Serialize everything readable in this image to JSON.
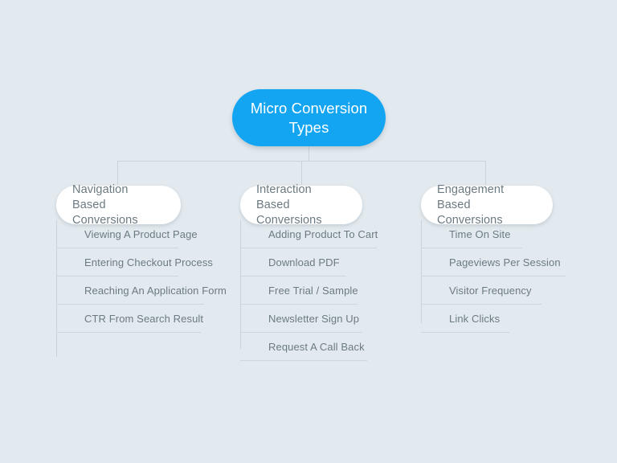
{
  "diagram": {
    "type": "mindmap",
    "title": "Micro Conversion Types",
    "background_color": "#e3eaef",
    "root": {
      "label": "Micro Conversion Types",
      "fill_color": "#14a5f2",
      "text_color": "#ffffff"
    },
    "connector_color": "#c8d4da",
    "branch_text_color": "#6b7a82",
    "branches": [
      {
        "id": "navigation-based-conversions",
        "label": "Navigation Based Conversions",
        "leaves": [
          {
            "label": "Viewing A Product Page"
          },
          {
            "label": "Entering Checkout Process"
          },
          {
            "label": "Reaching An Application Form"
          },
          {
            "label": "CTR From Search Result"
          }
        ]
      },
      {
        "id": "interaction-based-conversions",
        "label": "Interaction Based Conversions",
        "leaves": [
          {
            "label": "Adding Product To Cart"
          },
          {
            "label": "Download PDF"
          },
          {
            "label": "Free Trial / Sample"
          },
          {
            "label": "Newsletter Sign Up"
          },
          {
            "label": "Request A Call Back"
          }
        ]
      },
      {
        "id": "engagement-based-conversions",
        "label": "Engagement Based Conversions",
        "leaves": [
          {
            "label": "Time On Site"
          },
          {
            "label": "Pageviews Per Session"
          },
          {
            "label": "Visitor Frequency"
          },
          {
            "label": "Link Clicks"
          }
        ]
      }
    ]
  }
}
